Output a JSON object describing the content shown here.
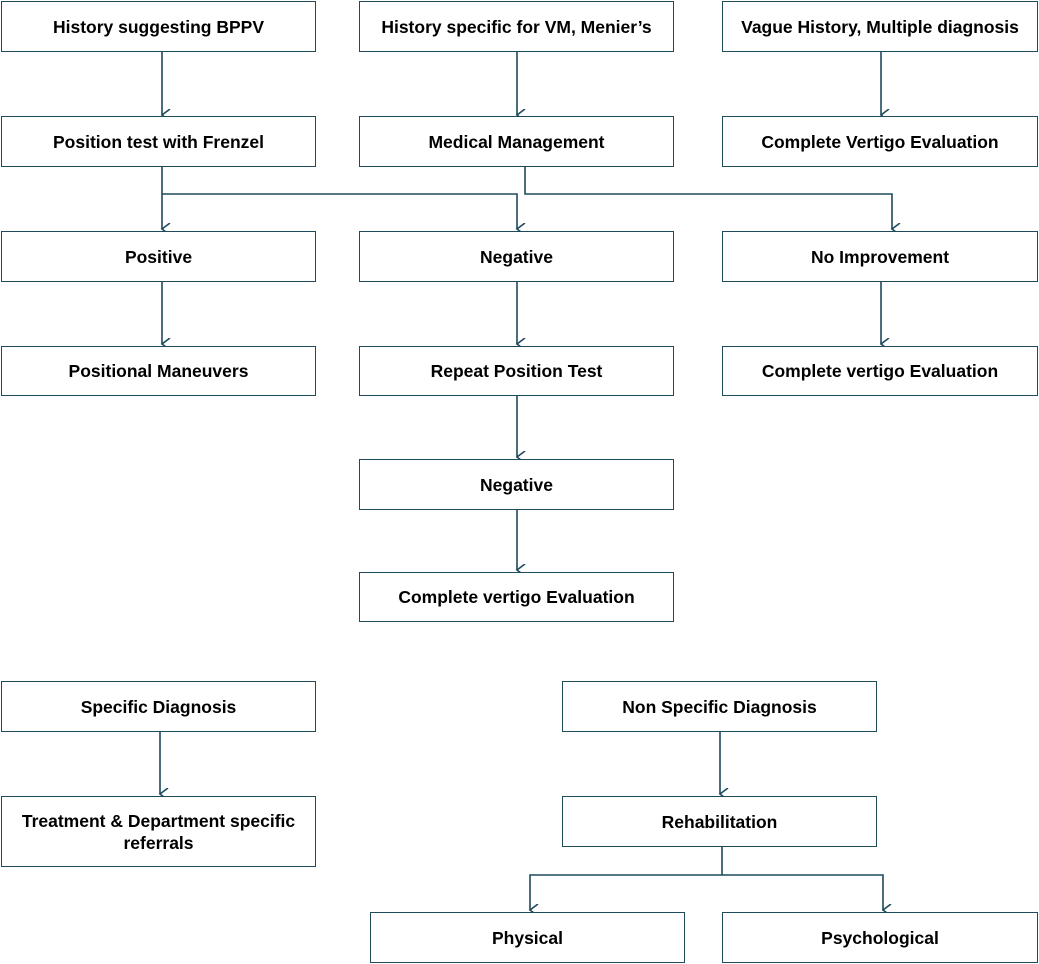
{
  "nodes": {
    "bppv_history": "History suggesting BPPV",
    "vm_history": "History specific for VM, Menier’s",
    "vague_history": "Vague History, Multiple diagnosis",
    "position_test": "Position test with Frenzel",
    "medical_mgmt": "Medical Management",
    "complete_eval_1": "Complete Vertigo Evaluation",
    "positive": "Positive",
    "negative_1": "Negative",
    "no_improvement": "No Improvement",
    "positional_maneuvers": "Positional Maneuvers",
    "repeat_test": "Repeat Position Test",
    "complete_eval_2": "Complete vertigo Evaluation",
    "negative_2": "Negative",
    "complete_eval_3": "Complete vertigo Evaluation",
    "specific_dx": "Specific Diagnosis",
    "nonspecific_dx": "Non Specific Diagnosis",
    "treatment_referrals": "Treatment & Department specific referrals",
    "rehabilitation": "Rehabilitation",
    "physical": "Physical",
    "psychological": "Psychological"
  },
  "colors": {
    "stroke": "#1f4a5c",
    "text": "#000000",
    "background": "#ffffff"
  }
}
